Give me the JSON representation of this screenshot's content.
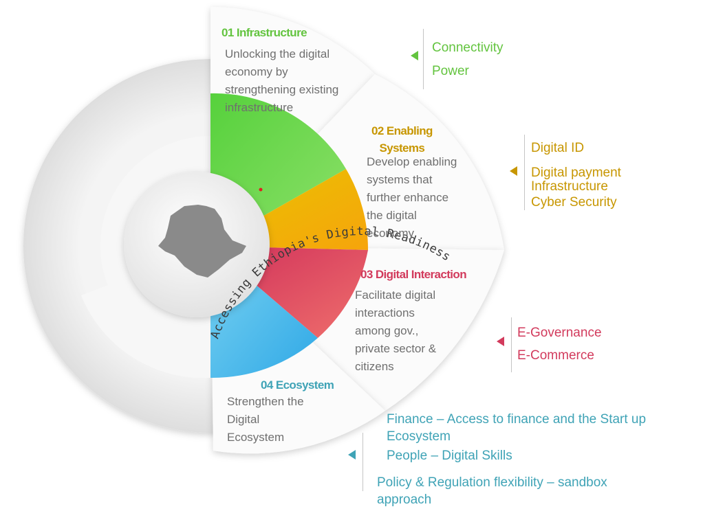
{
  "diagram": {
    "ring_text": "Accessing Ethiopia's Digital Readiness",
    "colors": {
      "infrastructure": "#6ccf4a",
      "enabling": "#e4b800",
      "interaction": "#d8405a",
      "ecosystem": "#45aee0",
      "ecosystem_text": "#3fa3b6",
      "enabling_text": "#c79600",
      "interaction_text": "#d23a5c",
      "infrastructure_text": "#63c43f"
    },
    "sections": [
      {
        "key": "infrastructure",
        "title": "01 Infrastructure",
        "description": "Unlocking the digital\neconomy by\nstrengthening existing\ninfrastructure",
        "items": [
          "Connectivity",
          "Power"
        ]
      },
      {
        "key": "enabling",
        "title": "02 Enabling\nSystems",
        "description": "Develop enabling\nsystems that\nfurther enhance\nthe digital\neconomy",
        "items": [
          "Digital ID",
          "Digital payment\nInfrastructure",
          "Cyber Security"
        ]
      },
      {
        "key": "interaction",
        "title": "03 Digital Interaction",
        "description": "Facilitate digital\ninteractions\namong gov.,\nprivate sector &\ncitizens",
        "items": [
          "E-Governance",
          "E-Commerce"
        ]
      },
      {
        "key": "ecosystem",
        "title": "04 Ecosystem",
        "description": "Strengthen the\nDigital\nEcosystem",
        "items": [
          "Finance – Access to finance and the Start up\nEcosystem",
          "People – Digital Skills",
          "Policy & Regulation flexibility – sandbox\napproach"
        ]
      }
    ]
  }
}
